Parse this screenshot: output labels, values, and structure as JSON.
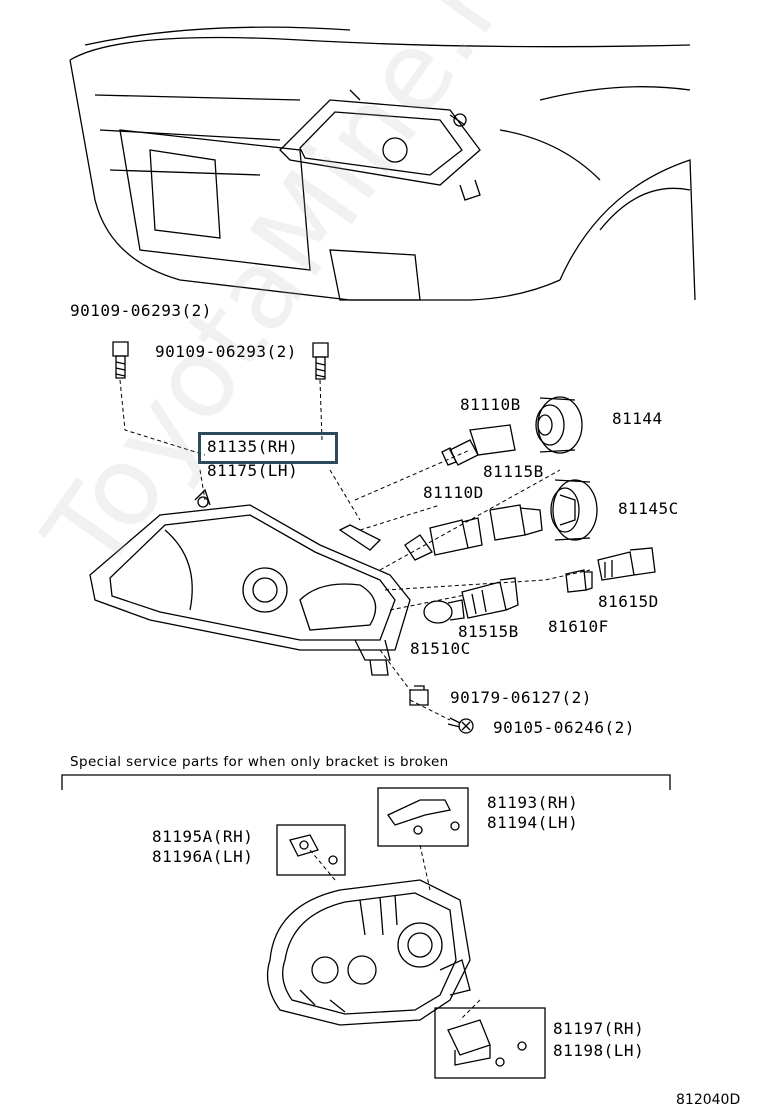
{
  "watermark": "ToyotaMine.ru",
  "diagram_code": "812040D",
  "note": "Special service parts for when only bracket is broken",
  "parts": {
    "bolt_left": "90109-06293(2)",
    "bolt_right": "90109-06293(2)",
    "headlamp_rh": "81135(RH)",
    "headlamp_lh": "81175(LH)",
    "bulb_81110b": "81110B",
    "cap_81144": "81144",
    "socket_81115b": "81115B",
    "bulb_81110d": "81110D",
    "cap_81145c": "81145C",
    "socket_81615d": "81615D",
    "bulb_81610f": "81610F",
    "socket_81515b": "81515B",
    "bulb_81510c": "81510C",
    "nut_90179": "90179-06127(2)",
    "screw_90105": "90105-06246(2)",
    "bracket_81193": "81193(RH)",
    "bracket_81194": "81194(LH)",
    "bracket_81195a": "81195A(RH)",
    "bracket_81196a": "81196A(LH)",
    "bracket_81197": "81197(RH)",
    "bracket_81198": "81198(LH)"
  },
  "highlight_color": "#2c4a5e"
}
